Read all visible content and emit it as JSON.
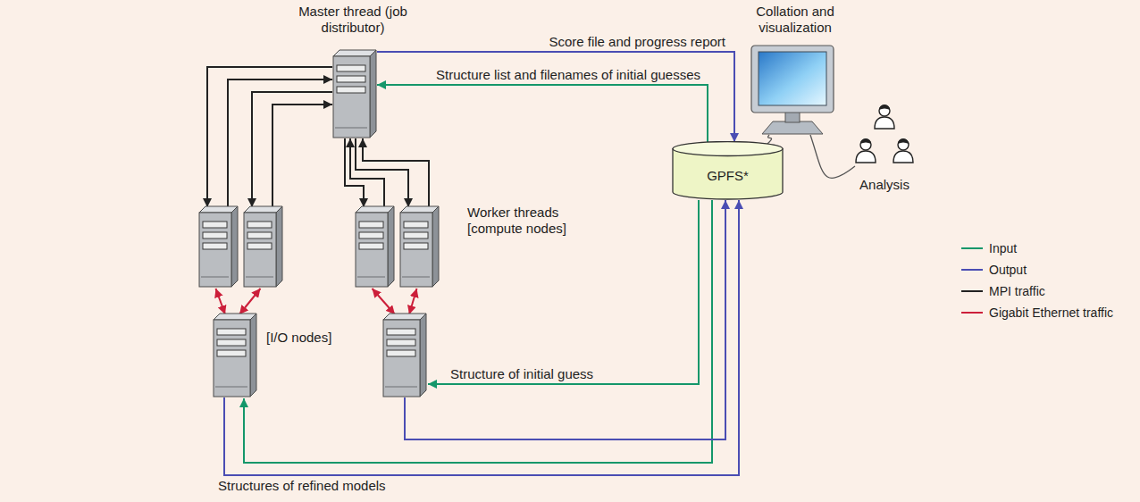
{
  "diagram": {
    "nodes": [
      {
        "text": [
          "Master thread (job distributor)"
        ]
      },
      {
        "text": [
          "Worker threads [compute nodes]"
        ]
      },
      {
        "text": [
          "[I/O nodes]"
        ]
      },
      {
        "text": [
          "GPFS*"
        ]
      },
      {
        "text": [
          "Collation and visualization"
        ]
      },
      {
        "text": [
          "Analysis"
        ]
      }
    ],
    "edges": [
      {
        "from": 0,
        "to": 1,
        "arrow": "both"
      },
      {
        "from": 1,
        "to": 2,
        "arrow": "both"
      },
      {
        "from": 0,
        "to": 3,
        "arrow": "to",
        "label": "Score file and progress report"
      },
      {
        "from": 3,
        "to": 0,
        "arrow": "to",
        "label": "Structure list and filenames of initial guesses"
      },
      {
        "from": 3,
        "to": 2,
        "arrow": "to",
        "label": "Structure of initial guess"
      },
      {
        "from": 2,
        "to": 3,
        "arrow": "to",
        "label": "Structures of refined models"
      },
      {
        "from": 3,
        "to": 4,
        "arrow": "none"
      },
      {
        "from": 4,
        "to": 5,
        "arrow": "none"
      }
    ],
    "legend": [
      {
        "text": "Input"
      },
      {
        "text": "Output"
      },
      {
        "text": "MPI traffic"
      },
      {
        "text": "Gigabit Ethernet traffic"
      }
    ]
  }
}
